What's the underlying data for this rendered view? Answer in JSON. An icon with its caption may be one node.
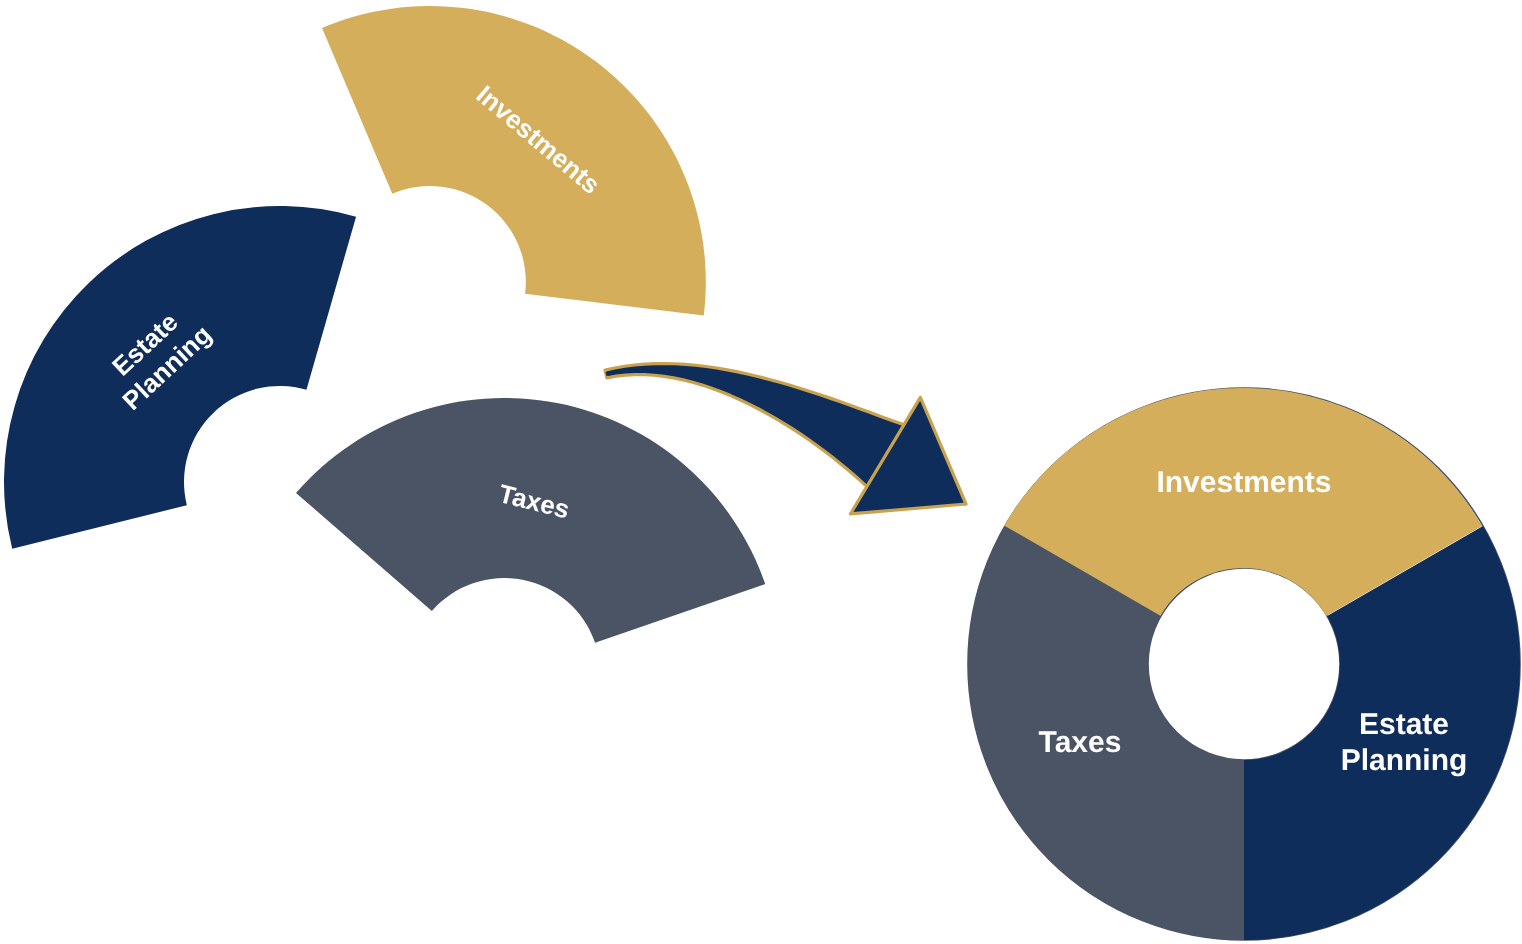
{
  "diagram": {
    "nodes": [
      {
        "text": [
          "Investments"
        ]
      },
      {
        "text": [
          "Estate Planning"
        ]
      },
      {
        "text": [
          "Taxes"
        ]
      },
      {
        "text": [],
        "shape": "ring"
      },
      {
        "text": [
          "Investments"
        ],
        "in": 3
      },
      {
        "text": [
          "Taxes"
        ],
        "in": 3
      },
      {
        "text": [
          "Estate Planning"
        ],
        "in": 3
      }
    ],
    "edges": [
      {
        "from": null,
        "to": 3,
        "arrow": "to"
      }
    ]
  }
}
